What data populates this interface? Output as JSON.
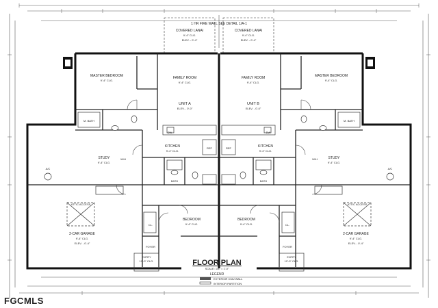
{
  "title": "FLOOR PLAN",
  "scale": "SCALE: 1/8\" = 1'-0\"",
  "legend": {
    "heading": "LEGEND",
    "exterior": "EXTERIOR CMU WALL",
    "interior": "INTERIOR PARTITION"
  },
  "units": [
    "UNIT A",
    "UNIT B"
  ],
  "unit_elev": "ELEV. - 0'-0\"",
  "fire_wall": "1 HR FIRE WALL SEE DETAIL 1/A-1",
  "covered_lanai": "COVERED LANAI",
  "lanai_clg": "9'-4\" CLG.",
  "lanai_elev": "ELEV. - 0'-4\"",
  "master_bedroom": "MASTER BEDROOM",
  "family_room": "FAMILY ROOM",
  "kitchen": "KITCHEN",
  "study": "STUDY",
  "bedroom": "BEDROOM",
  "bath": "BATH",
  "m_bath": "M. BATH",
  "garage": "2-CAR GARAGE",
  "garage_clg": "9'-4\" CLG.",
  "garage_elev": "ELEV. - 0'-4\"",
  "attic_access": "ATTIC ACCESS",
  "entry": "ENTRY",
  "entry_clg": "12'-0\" CLG.",
  "foyer": "FOYER",
  "cl": "CL.",
  "clg": "9'-4\" CLG.",
  "wh": "W/H",
  "dw": "DW",
  "ref": "REF",
  "ac": "A/C",
  "watermark": "FGCMLS"
}
